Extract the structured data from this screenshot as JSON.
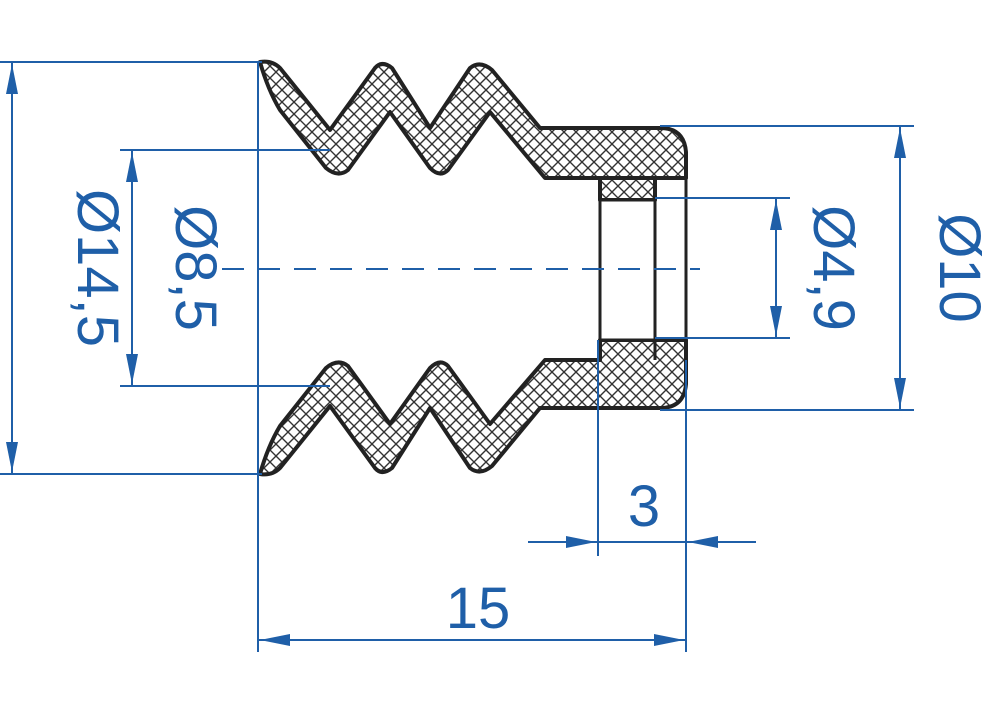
{
  "dimensions": {
    "outer_diameter": "Ø14,5",
    "inner_diameter": "Ø8,5",
    "neck_inner_diameter": "Ø4,9",
    "neck_outer_diameter": "Ø10",
    "neck_length": "3",
    "total_length": "15"
  },
  "colors": {
    "dimension": "#1f5fa8",
    "outline": "#222222",
    "hatch": "#333333"
  }
}
